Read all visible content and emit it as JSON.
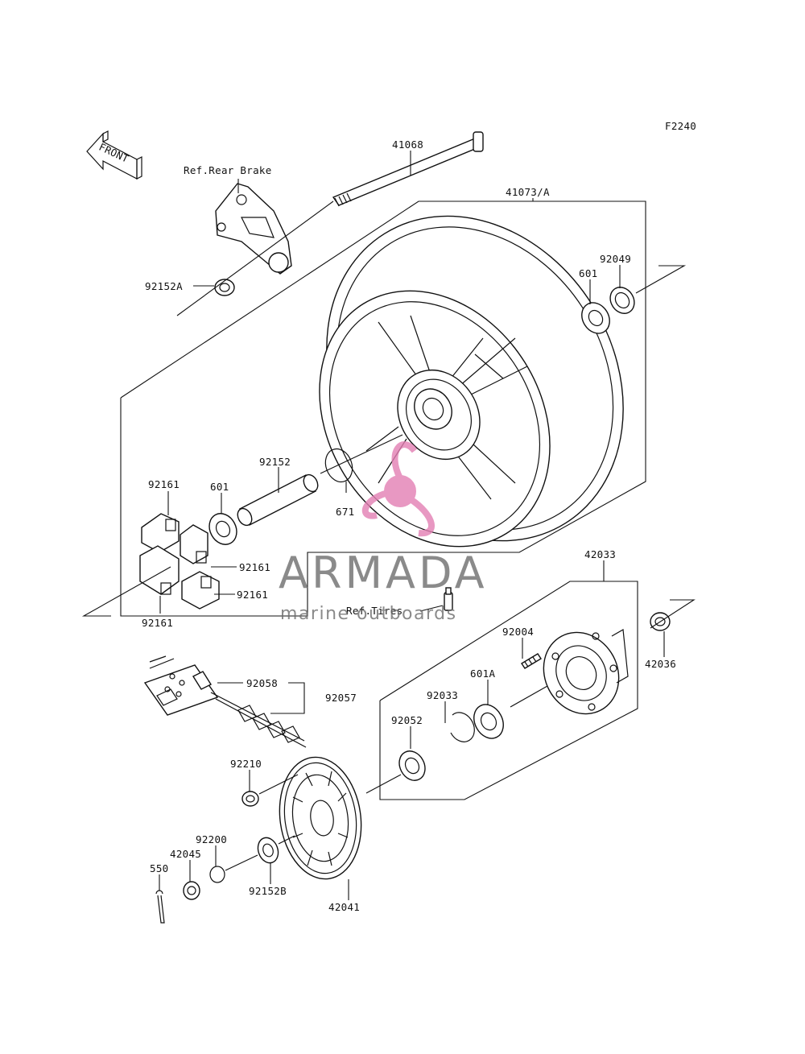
{
  "figure_code": "F2240",
  "front_arrow": "FRONT",
  "refs": {
    "rear_brake": "Ref.Rear Brake",
    "tires": "Ref.Tires"
  },
  "parts": {
    "p41068": "41068",
    "p41073A": "41073/A",
    "p92152A": "92152A",
    "p92049": "92049",
    "p601_right": "601",
    "p92152": "92152",
    "p671": "671",
    "p92161_top": "92161",
    "p601_left": "601",
    "p92161_mid": "92161",
    "p92161_low": "92161",
    "p92161_bottom": "92161",
    "p42033": "42033",
    "p92004": "92004",
    "p42036": "42036",
    "p601A": "601A",
    "p92033": "92033",
    "p92058": "92058",
    "p92057": "92057",
    "p92052": "92052",
    "p92210": "92210",
    "p92200": "92200",
    "p42045": "42045",
    "p550": "550",
    "p92152B": "92152B",
    "p42041": "42041"
  },
  "watermark": {
    "brand": "ARMADA",
    "tagline": "marine outboards",
    "colors": {
      "text": "#6e6e6e",
      "logo": "#e37fb3"
    }
  }
}
